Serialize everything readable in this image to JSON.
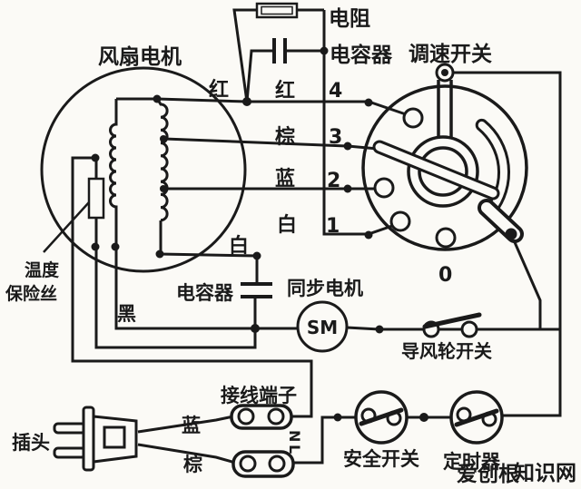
{
  "diagram": {
    "kind": "electric-fan-wiring-diagram",
    "labels": {
      "fan_motor": "风扇电机",
      "resistor": "电阻",
      "capacitor_top": "电容器",
      "speed_switch": "调速开关",
      "wire_red_left": "红",
      "wire_red_right": "红",
      "wire_brown": "棕",
      "wire_blue": "蓝",
      "wire_white_row": "白",
      "wire_white_motor": "白",
      "tap_4": "4",
      "tap_3": "3",
      "tap_2": "2",
      "tap_1": "1",
      "tap_0": "0",
      "thermal_fuse_line1": "温度",
      "thermal_fuse_line2": "保险丝",
      "capacitor_bottom": "电容器",
      "sync_motor": "同步电机",
      "sync_motor_symbol": "SM",
      "wire_black": "黑",
      "louver_switch": "导风轮开关",
      "terminal_block": "接线端子",
      "plug": "插头",
      "plug_wire_blue": "蓝",
      "plug_wire_brown": "棕",
      "neutral": "N",
      "live": "L",
      "safety_switch": "安全开关",
      "timer": "定时器"
    },
    "watermark": {
      "brand": "爱创根",
      "suffix": "知识网",
      "brand_color": "#d8492a",
      "suffix_color": "#4f4f4f"
    },
    "colors": {
      "line": "#1a1a1a",
      "paper": "#fbfaf6"
    }
  }
}
